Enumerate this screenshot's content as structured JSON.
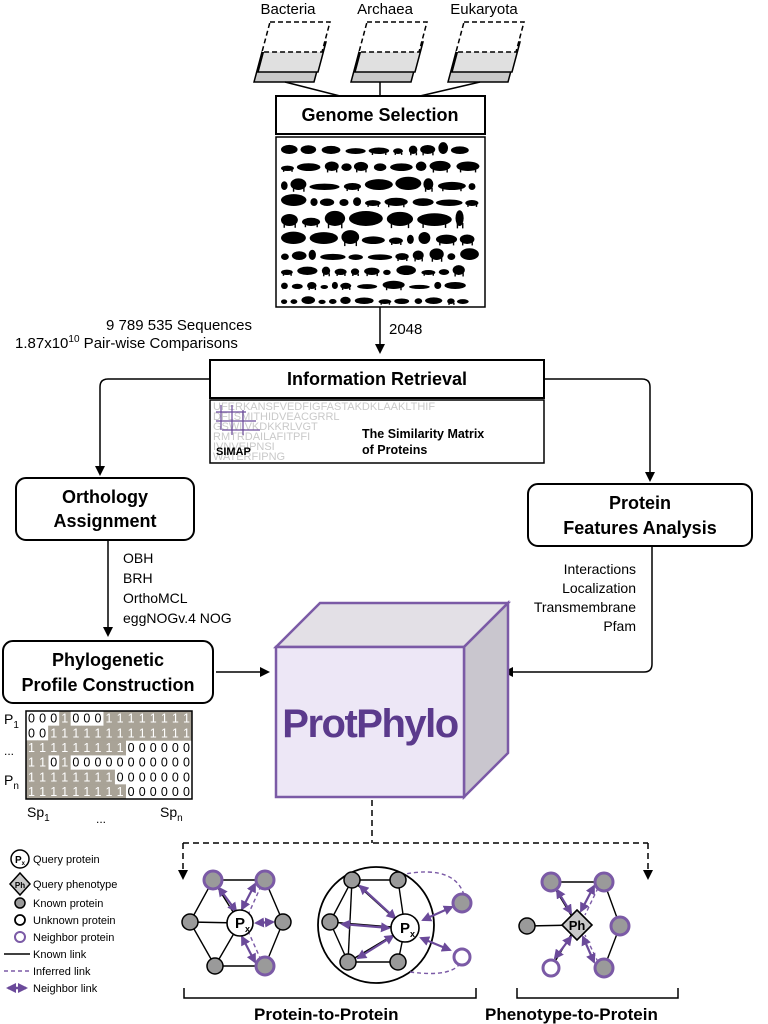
{
  "sources": {
    "bacteria": "Bacteria",
    "archaea": "Archaea",
    "eukaryota": "Eukaryota"
  },
  "genome_selection": {
    "label": "Genome Selection"
  },
  "stats": {
    "sequences": "9 789 535 Sequences",
    "pairwise_base": "1.87x10",
    "pairwise_exp": "10",
    "pairwise_tail": " Pair-wise Comparisons",
    "genome_count": "2048"
  },
  "information_retrieval": {
    "label": "Information Retrieval"
  },
  "simap": {
    "logo": "SIMAP",
    "title_line1": "The Similarity Matrix",
    "title_line2": "of Proteins",
    "bg_rows": [
      "UFERKANSFVEDFIGFASTAKDKLAAKLTHIF",
      "DFLSMITHIDVEACGRRL",
      "GSWLVKDKKRLVGT",
      "RMTRDAILAFITPFI",
      "IVNVEIPNSI",
      "WATERFIPNG"
    ]
  },
  "orthology": {
    "line1": "Orthology",
    "line2": "Assignment",
    "methods": [
      "OBH",
      "BRH",
      "OrthoMCL",
      "eggNOGv.4 NOG"
    ]
  },
  "protein_features": {
    "line1": "Protein",
    "line2": "Features Analysis",
    "features": [
      "Interactions",
      "Localization",
      "Transmembrane",
      "Pfam"
    ]
  },
  "phylogenetic": {
    "line1": "Phylogenetic",
    "line2": "Profile Construction"
  },
  "profile_matrix": {
    "rows": [
      "000100011111111",
      "001111111111111",
      "111111111000000",
      "110100000000000",
      "111111110000000",
      "111111111000000"
    ],
    "shade": [
      [
        0,
        0,
        0,
        1,
        0,
        0,
        0,
        1,
        1,
        1,
        1,
        1,
        1,
        1,
        1
      ],
      [
        0,
        0,
        1,
        1,
        1,
        1,
        1,
        1,
        1,
        1,
        1,
        1,
        1,
        1,
        1
      ],
      [
        1,
        1,
        1,
        1,
        1,
        1,
        1,
        1,
        1,
        0,
        0,
        0,
        0,
        0,
        0
      ],
      [
        1,
        1,
        0,
        1,
        0,
        0,
        0,
        0,
        0,
        0,
        0,
        0,
        0,
        0,
        0
      ],
      [
        1,
        1,
        1,
        1,
        1,
        1,
        1,
        1,
        0,
        0,
        0,
        0,
        0,
        0,
        0
      ],
      [
        1,
        1,
        1,
        1,
        1,
        1,
        1,
        1,
        1,
        0,
        0,
        0,
        0,
        0,
        0
      ]
    ],
    "p1": "P",
    "p1_sub": "1",
    "pdots": "...",
    "pn": "P",
    "pn_sub": "n",
    "sp1": "Sp",
    "sp1_sub": "1",
    "spdots": "...",
    "spn": "Sp",
    "spn_sub": "n"
  },
  "protphylo": {
    "label": "ProtPhylo"
  },
  "legend": {
    "query_protein_symbol": "P",
    "query_protein_sub": "x",
    "query_protein": "Query protein",
    "query_phenotype_symbol": "Ph",
    "query_phenotype": "Query phenotype",
    "known_protein": "Known protein",
    "unknown_protein": "Unknown protein",
    "neighbor_protein": "Neighbor protein",
    "known_link": "Known link",
    "inferred_link": "Inferred link",
    "neighbor_link": "Neighbor link"
  },
  "networks": {
    "px_symbol": "P",
    "px_sub": "x",
    "ph_symbol": "Ph",
    "protein_to_protein": "Protein-to-Protein",
    "phenotype_to_protein": "Phenotype-to-Protein"
  },
  "colors": {
    "purple": "#7B5AA6",
    "purple_dark": "#5B3A8C",
    "cube_front": "#EDE7F6",
    "cube_side": "#C9C6CE",
    "cube_top": "#E3E0E6",
    "known_gray": "#9A9A9A",
    "profile_shade": "#A9A397"
  }
}
